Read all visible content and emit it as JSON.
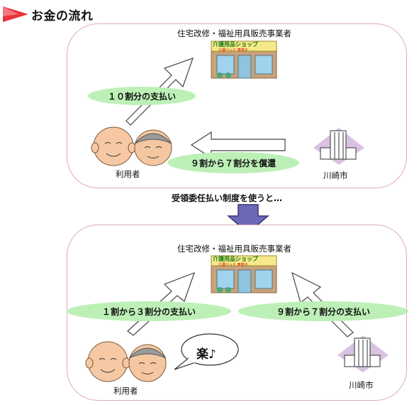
{
  "header": {
    "title": "お金の流れ",
    "accent_color": "#e8333a",
    "icon": "red-triangle-arrow-icon"
  },
  "top_panel": {
    "provider_label": "住宅改修・福祉用具販売事業者",
    "store_sign": "介護用品ショップ",
    "store_subsign": "介護ベッド 車椅子",
    "user_label": "利用者",
    "city_label": "川崎市",
    "payment_label": "１０割分の支払い",
    "refund_label": "９割から７割分を償還"
  },
  "transition": {
    "label": "受領委任払い制度を使うと…",
    "arrow_color": "#6d68b8"
  },
  "bottom_panel": {
    "provider_label": "住宅改修・福祉用具販売事業者",
    "store_sign": "介護用品ショップ",
    "store_subsign": "介護ベッド 車椅子",
    "user_label": "利用者",
    "city_label": "川崎市",
    "user_payment_label": "１割から３割分の支払い",
    "city_payment_label": "９割から７割分の支払い",
    "speech_text": "楽♪"
  },
  "colors": {
    "panel_border": "#e0a9c3",
    "pill_fill": "#bdf0b7",
    "building_bg": "#d7c2e2"
  }
}
